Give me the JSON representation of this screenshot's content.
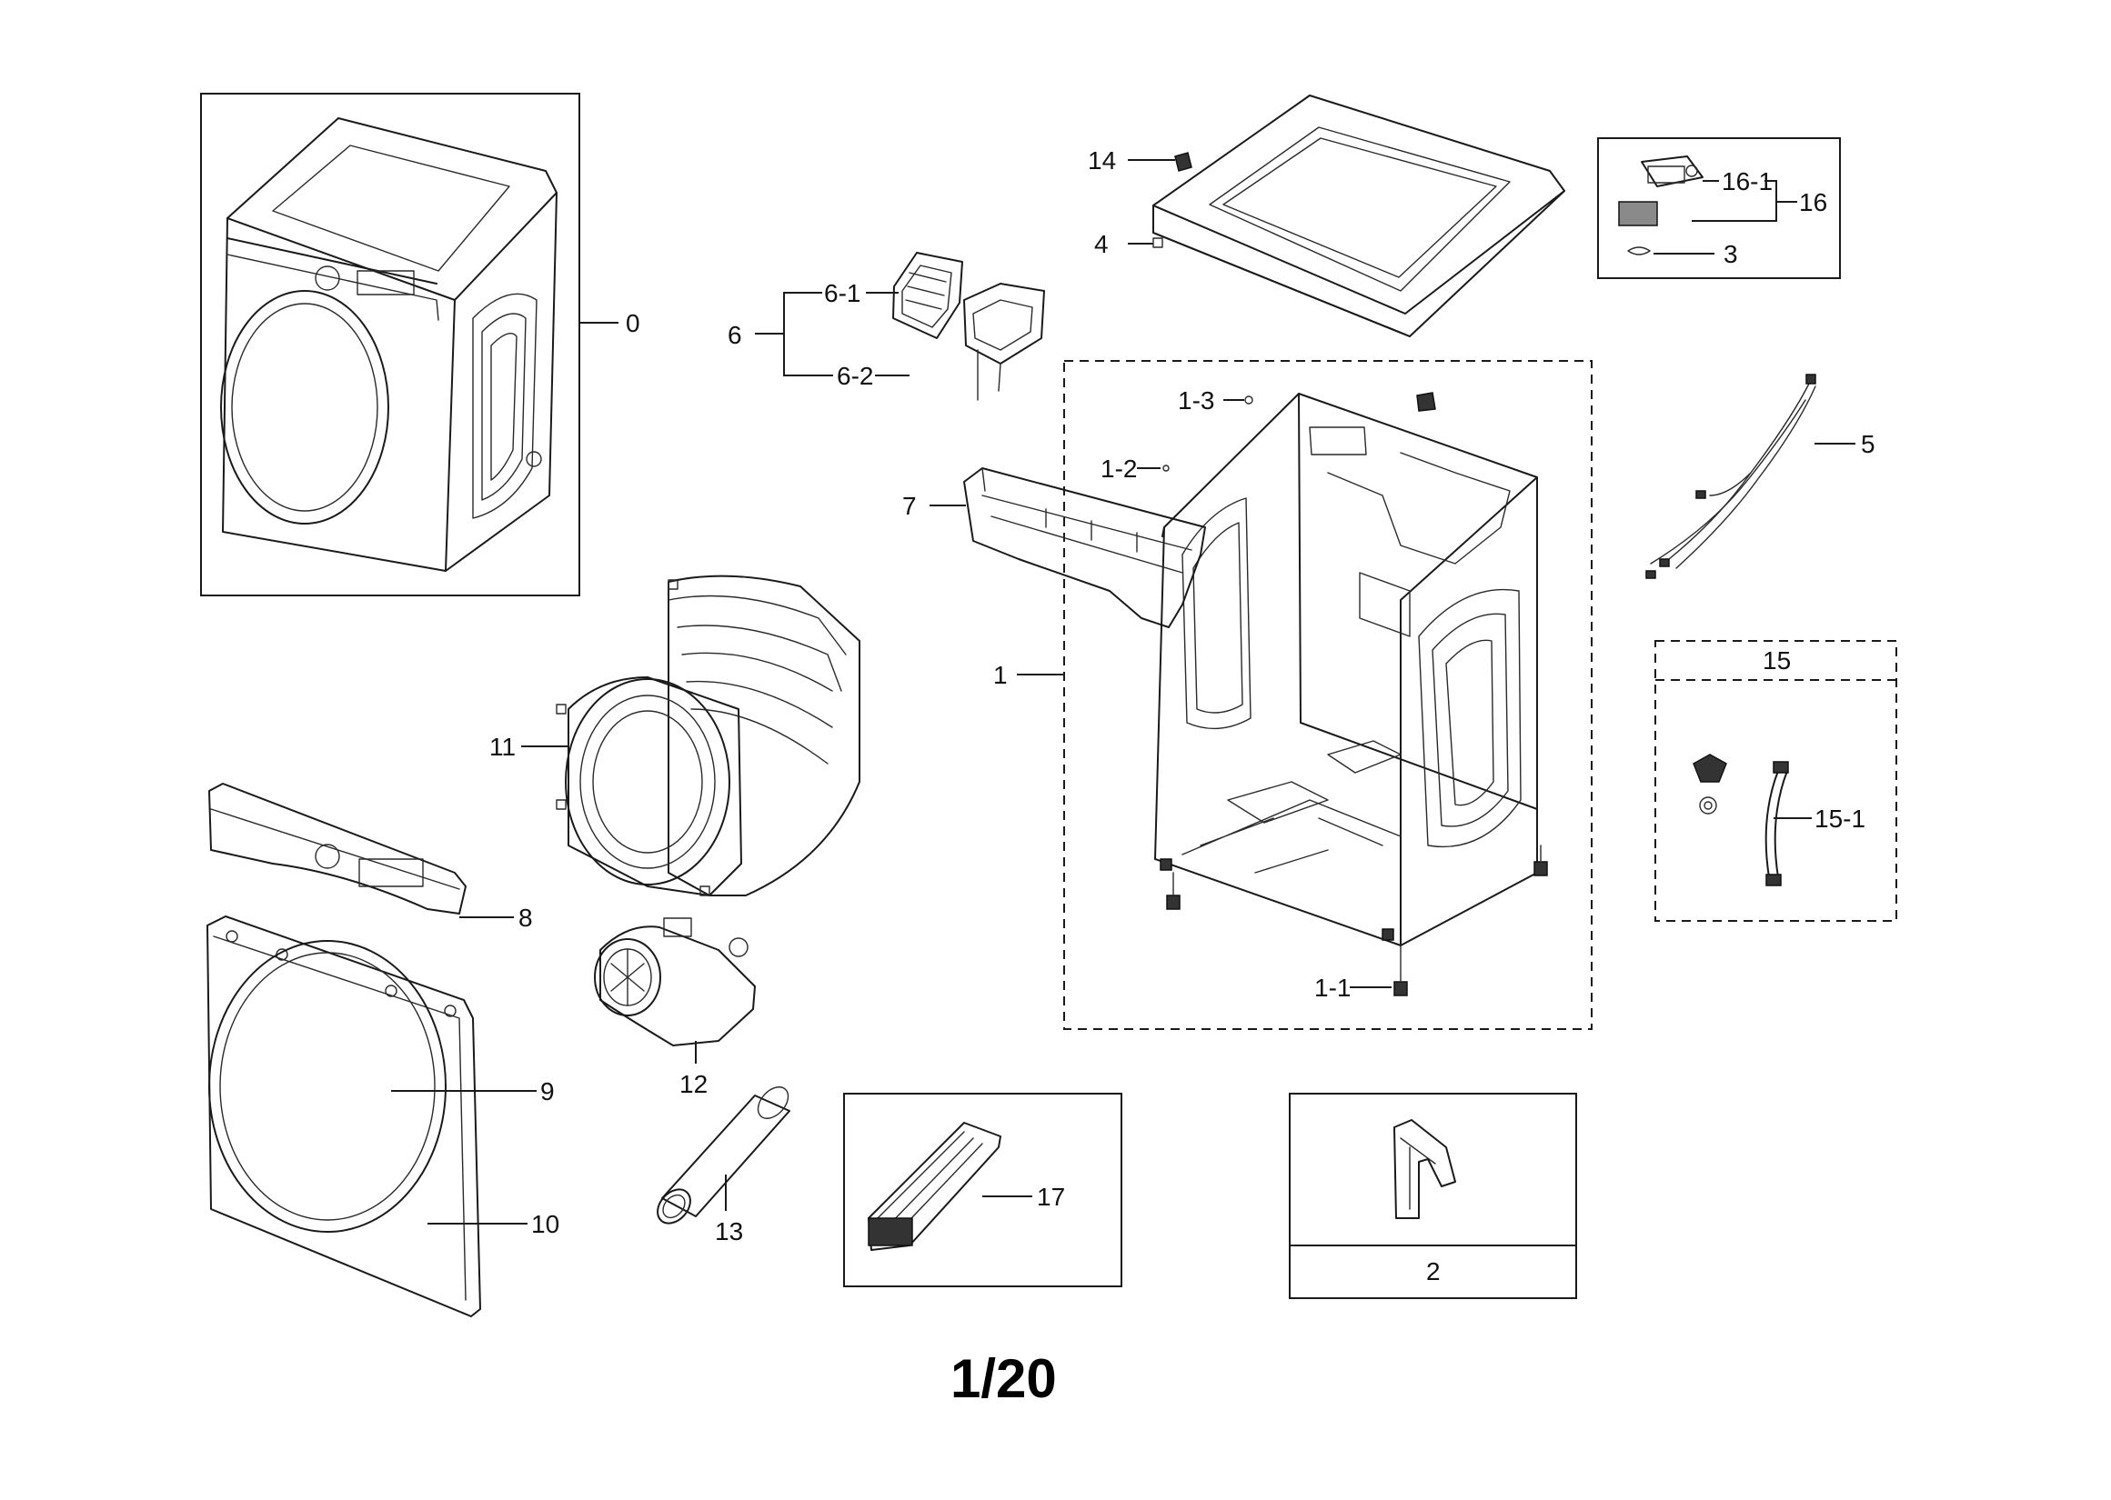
{
  "callouts": {
    "c0": "0",
    "c1": "1",
    "c1_1": "1-1",
    "c1_2": "1-2",
    "c1_3": "1-3",
    "c2": "2",
    "c3": "3",
    "c4": "4",
    "c5": "5",
    "c6": "6",
    "c6_1": "6-1",
    "c6_2": "6-2",
    "c7": "7",
    "c8": "8",
    "c9": "9",
    "c10": "10",
    "c11": "11",
    "c12": "12",
    "c13": "13",
    "c14": "14",
    "c15": "15",
    "c15_1": "15-1",
    "c16": "16",
    "c16_1": "16-1",
    "c17": "17"
  },
  "page_number": "1/20"
}
